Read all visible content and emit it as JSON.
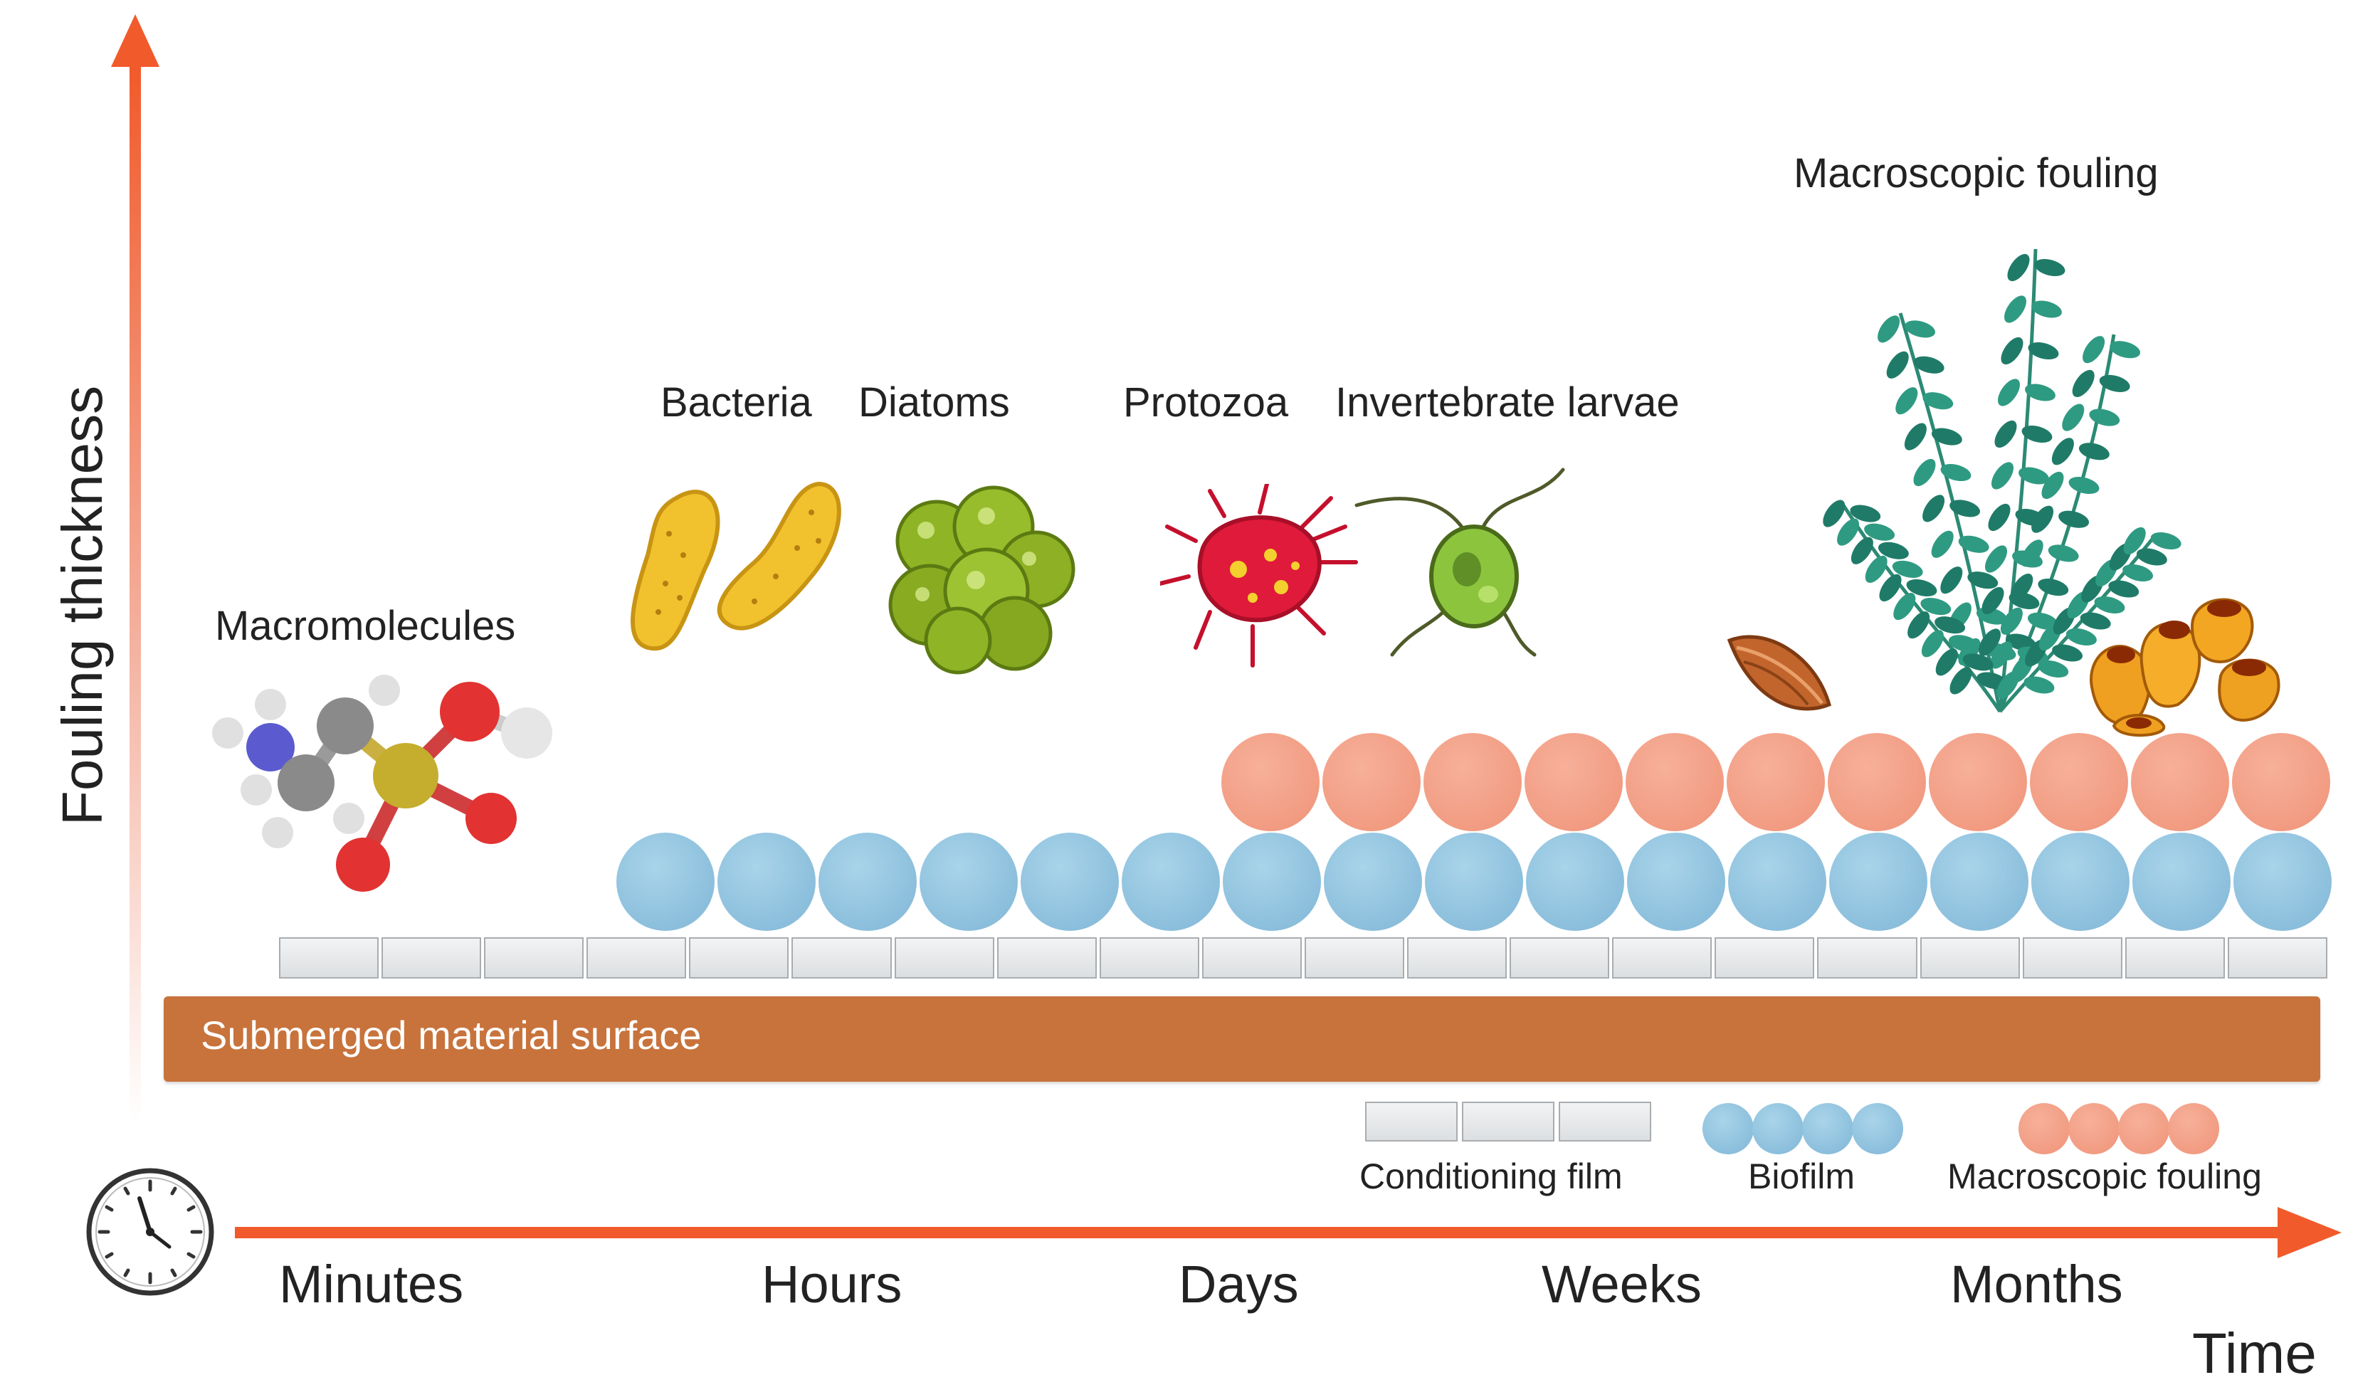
{
  "axes": {
    "y_label": "Fouling thickness",
    "x_label": "Time"
  },
  "time_scale": [
    "Minutes",
    "Hours",
    "Days",
    "Weeks",
    "Months"
  ],
  "organisms": {
    "macromolecules": "Macromolecules",
    "bacteria": "Bacteria",
    "diatoms": "Diatoms",
    "protozoa": "Protozoa",
    "invertebrate_larvae": "Invertebrate larvae",
    "macroscopic_fouling": "Macroscopic fouling"
  },
  "surface_label": "Submerged material surface",
  "legend": {
    "conditioning_film": "Conditioning film",
    "biofilm": "Biofilm",
    "macroscopic_fouling": "Macroscopic fouling"
  },
  "colors": {
    "axis_arrow": "#f15a2b",
    "surface": "#c8733c",
    "biofilm": "#8fc1df",
    "macrofouling": "#f3a087",
    "conditioning_film": "#e6e8ea"
  }
}
